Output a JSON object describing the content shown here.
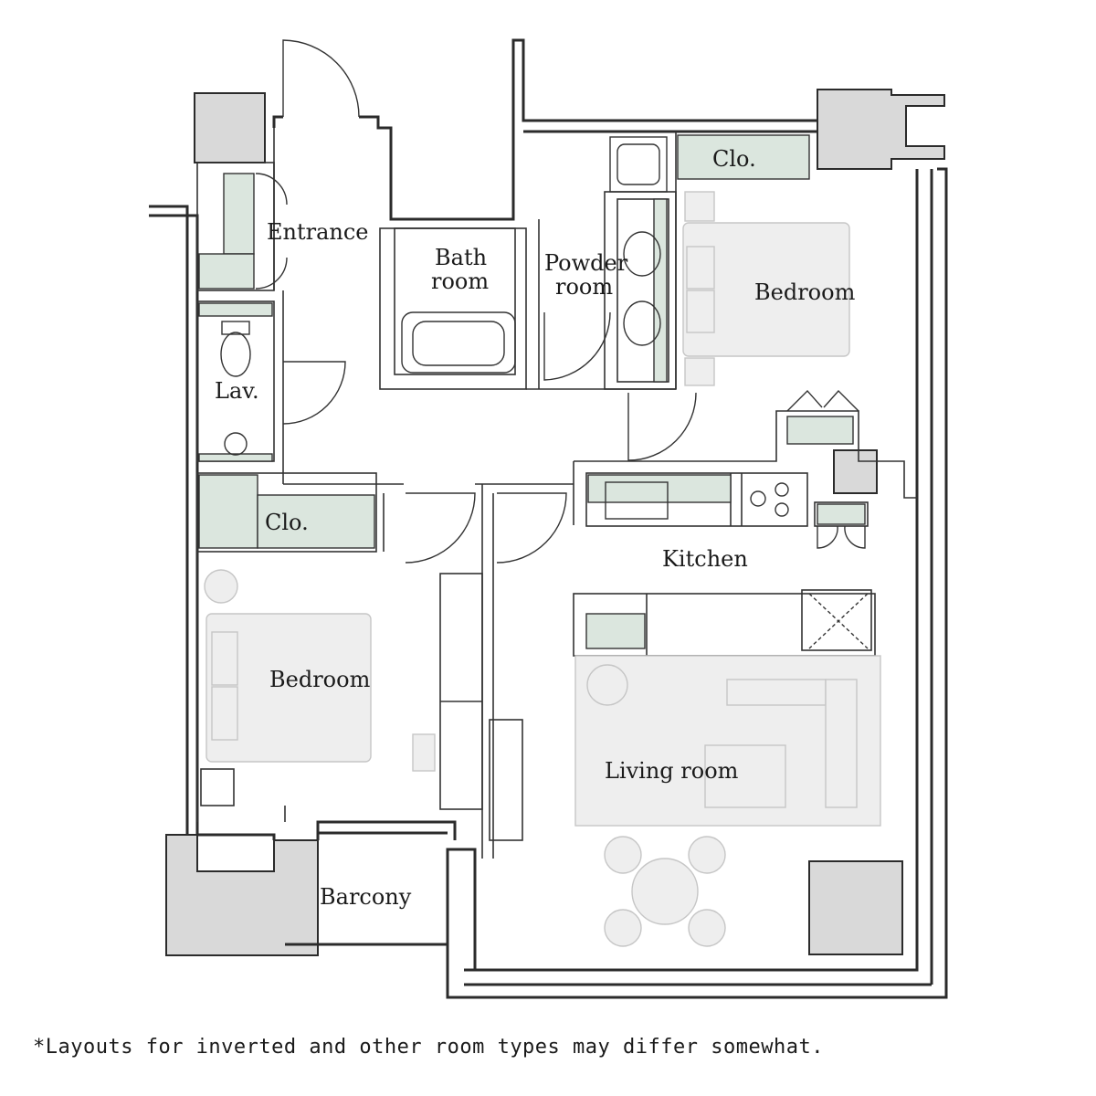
{
  "rooms": {
    "entrance": "Entrance",
    "bath_line1": "Bath",
    "bath_line2": "room",
    "powder_line1": "Powder",
    "powder_line2": "room",
    "closet_top": "Clo.",
    "bedroom_top": "Bedroom",
    "lavatory": "Lav.",
    "closet_left": "Clo.",
    "kitchen": "Kitchen",
    "bedroom_left": "Bedroom",
    "living": "Living room",
    "balcony": "Barcony"
  },
  "note": "*Layouts for inverted and other room types may differ somewhat.",
  "colors": {
    "wall": "#2b2b2b",
    "fill_gray": "#d9d9d9",
    "fill_green": "#dbe6de",
    "furniture": "#e9e9e9",
    "line": "#333333"
  }
}
